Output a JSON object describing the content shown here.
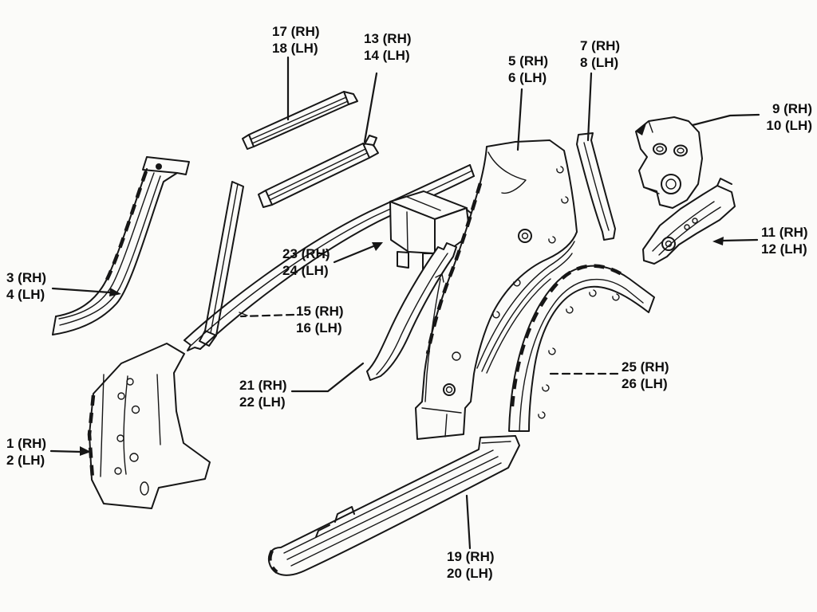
{
  "diagram": {
    "background_color": "#fbfbf9",
    "ink_color": "#161616",
    "labels": [
      {
        "id": "17-18",
        "line1": "17 (RH)",
        "line2": "18 (LH)"
      },
      {
        "id": "13-14",
        "line1": "13 (RH)",
        "line2": "14 (LH)"
      },
      {
        "id": "5-6",
        "line1": "5 (RH)",
        "line2": "6 (LH)"
      },
      {
        "id": "7-8",
        "line1": "7 (RH)",
        "line2": "8 (LH)"
      },
      {
        "id": "9-10",
        "line1": "9 (RH)",
        "line2": "10 (LH)"
      },
      {
        "id": "11-12",
        "line1": "11 (RH)",
        "line2": "12 (LH)"
      },
      {
        "id": "3-4",
        "line1": "3 (RH)",
        "line2": "4 (LH)"
      },
      {
        "id": "23-24",
        "line1": "23 (RH)",
        "line2": "24 (LH)"
      },
      {
        "id": "15-16",
        "line1": "15 (RH)",
        "line2": "16 (LH)"
      },
      {
        "id": "21-22",
        "line1": "21 (RH)",
        "line2": "22 (LH)"
      },
      {
        "id": "25-26",
        "line1": "25 (RH)",
        "line2": "26 (LH)"
      },
      {
        "id": "1-2",
        "line1": "1 (RH)",
        "line2": "2 (LH)"
      },
      {
        "id": "19-20",
        "line1": "19 (RH)",
        "line2": "20 (LH)"
      }
    ]
  }
}
